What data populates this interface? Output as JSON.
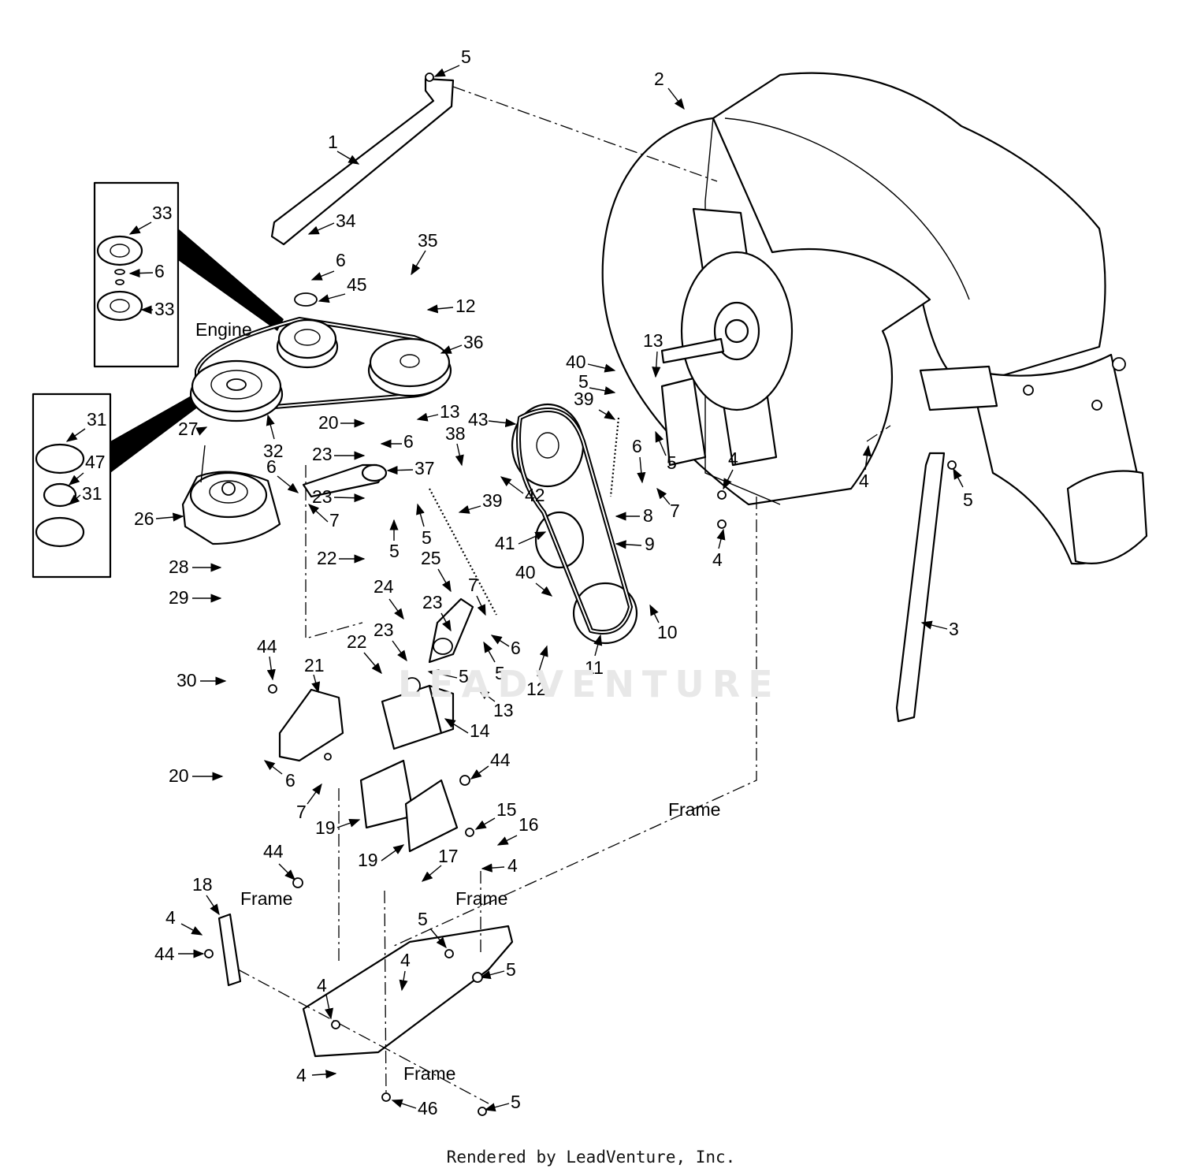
{
  "footer": "Rendered by LeadVenture, Inc.",
  "watermark": "LEADVENTURE",
  "labels": {
    "engine": "Engine",
    "frame": "Frame"
  },
  "callouts": [
    "1",
    "2",
    "3",
    "4",
    "5",
    "6",
    "7",
    "8",
    "9",
    "10",
    "11",
    "12",
    "13",
    "14",
    "15",
    "16",
    "17",
    "18",
    "19",
    "20",
    "21",
    "22",
    "23",
    "24",
    "25",
    "26",
    "27",
    "28",
    "29",
    "30",
    "31",
    "32",
    "33",
    "34",
    "35",
    "36",
    "37",
    "38",
    "39",
    "40",
    "41",
    "42",
    "43",
    "44",
    "45",
    "46",
    "47"
  ]
}
